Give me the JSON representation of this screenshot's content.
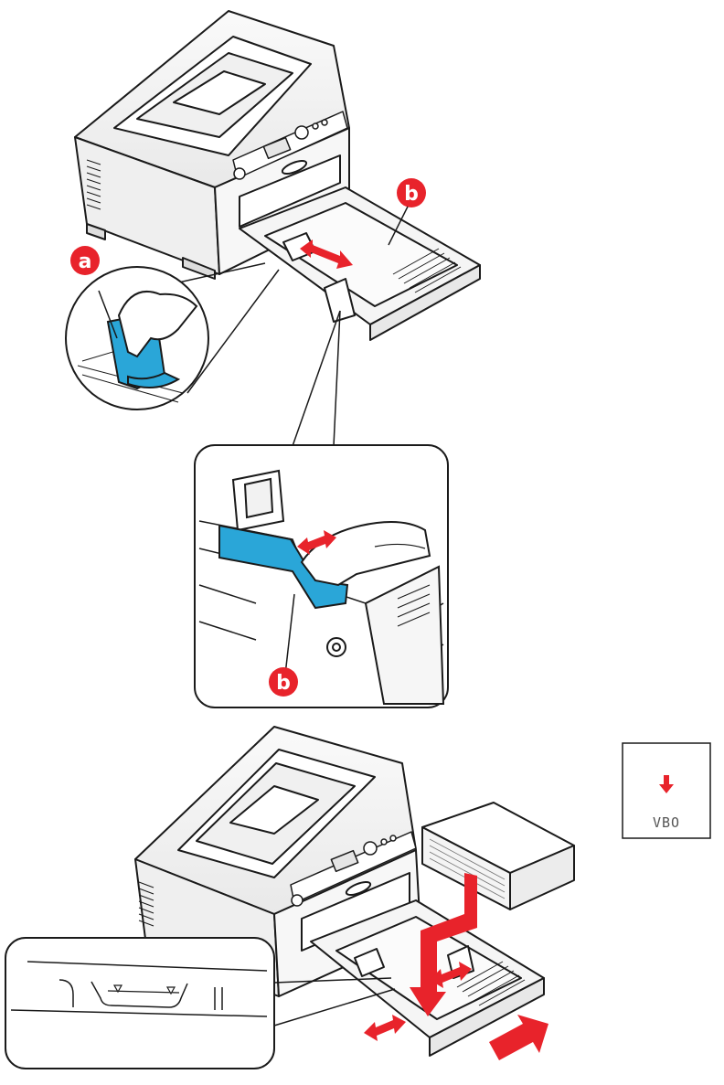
{
  "callouts": {
    "a": "a",
    "b_top": "b",
    "b_inset": "b"
  },
  "paper_inset": {
    "text": "VBO"
  },
  "colors": {
    "callout_red": "#e8232b",
    "guide_blue": "#2aa6d8",
    "arrow_red": "#e8232b",
    "line": "#1a1a1a",
    "body_grey": "#f4f4f4"
  }
}
